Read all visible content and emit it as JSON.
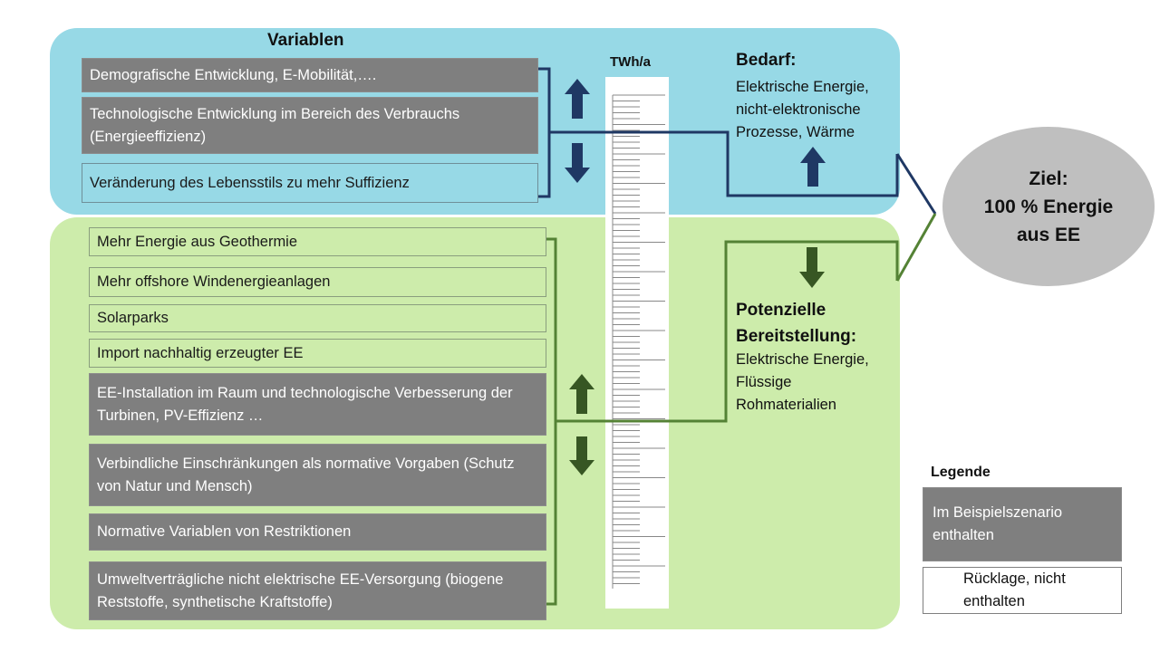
{
  "demand": {
    "title": "Variablen",
    "items": [
      {
        "text": "Demografische Entwicklung, E-Mobilität,….",
        "style": "dark"
      },
      {
        "text": "Technologische Entwicklung im Bereich des Verbrauchs (Energieeffizienz)",
        "style": "dark"
      },
      {
        "text": "Veränderung des Lebensstils zu mehr Suffizienz",
        "style": "light"
      }
    ],
    "side_title": "Bedarf:",
    "side_text": "Elektrische Energie,\nnicht-elektronische\nProzesse,  Wärme"
  },
  "gauge": {
    "unit_label": "TWh/a"
  },
  "supply": {
    "items": [
      {
        "text": "Mehr Energie aus Geothermie",
        "style": "light"
      },
      {
        "text": "Mehr offshore Windenergieanlagen",
        "style": "light"
      },
      {
        "text": "Solarparks",
        "style": "light"
      },
      {
        "text": "Import nachhaltig erzeugter EE",
        "style": "light"
      },
      {
        "text": "EE-Installation im Raum und technologische Verbesserung  der Turbinen, PV-Effizienz  …",
        "style": "dark"
      },
      {
        "text": "Verbindliche Einschränkungen als normative Vorgaben (Schutz von Natur und Mensch)",
        "style": "dark"
      },
      {
        "text": "Normative Variablen von Restriktionen",
        "style": "dark"
      },
      {
        "text": "Umweltverträgliche  nicht elektrische EE-Versorgung (biogene Reststoffe,  synthetische Kraftstoffe)",
        "style": "dark"
      }
    ],
    "side_title": "Potenzielle\nBereitstellung:",
    "side_text": "Elektrische Energie,\nFlüssige\nRohmaterialien"
  },
  "goal": {
    "text": "Ziel:\n100 % Energie\naus EE"
  },
  "legend": {
    "title": "Legende",
    "included": "Im Beispielszenario enthalten",
    "reserve": "Rücklage, nicht enthalten"
  },
  "colors": {
    "demand_panel": "#97d9e6",
    "supply_panel": "#cdecab",
    "dark_box": "#7f7f7f",
    "demand_arrow": "#1f3864",
    "supply_arrow": "#375623",
    "goal": "#bfbfbf"
  }
}
